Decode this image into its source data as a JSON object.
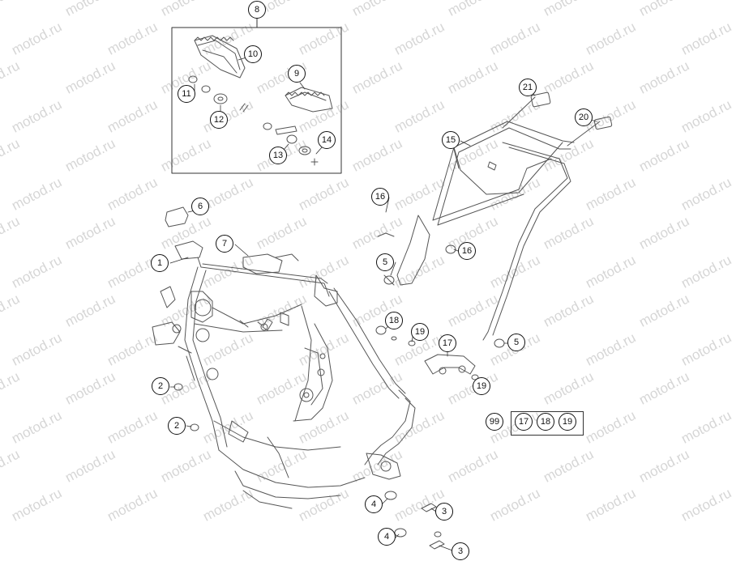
{
  "watermark": "motod.ru",
  "callouts": [
    "1",
    "2",
    "2",
    "3",
    "3",
    "4",
    "4",
    "5",
    "5",
    "6",
    "7",
    "8",
    "9",
    "10",
    "11",
    "12",
    "13",
    "14",
    "15",
    "16",
    "16",
    "17",
    "18",
    "19",
    "19",
    "20",
    "21",
    "99",
    "17",
    "18",
    "19"
  ]
}
